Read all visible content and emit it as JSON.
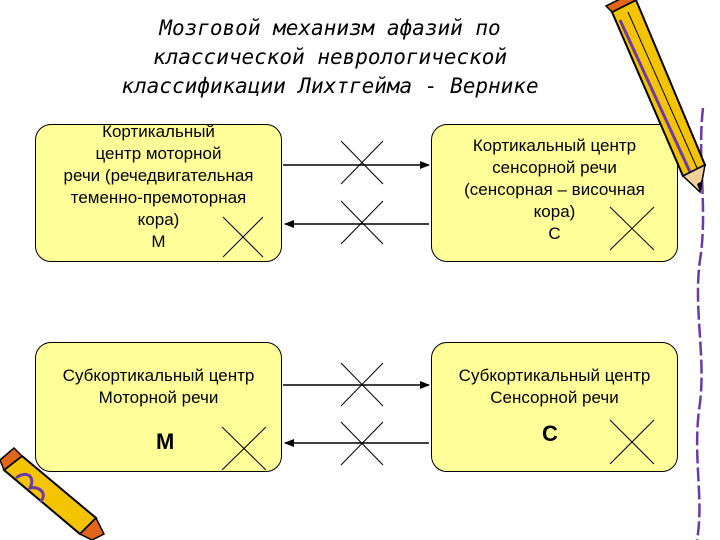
{
  "title": {
    "lines": [
      "Мозговой механизм афазий по",
      "классической неврологической",
      "классификации Лихтгейма - Вернике"
    ]
  },
  "boxes": {
    "top_left": {
      "lines": [
        "Кортикальный",
        "центр моторной",
        "речи (речедвигательная",
        "теменно-премоторная",
        "кора)",
        "М"
      ]
    },
    "top_right": {
      "lines": [
        "Кортикальный центр",
        "сенсорной речи",
        "(сенсорная – височная",
        "кора)",
        "С"
      ]
    },
    "bottom_left": {
      "lines": [
        "Субкортикальный центр",
        "Моторной речи"
      ],
      "letter": "М"
    },
    "bottom_right": {
      "lines": [
        "Субкортикальный центр",
        "Сенсорной речи"
      ],
      "letter": "С"
    }
  },
  "colors": {
    "box_fill": "#ffff99",
    "line": "#000000",
    "pencil_body": "#f5c400",
    "pencil_tip": "#e0661a"
  }
}
